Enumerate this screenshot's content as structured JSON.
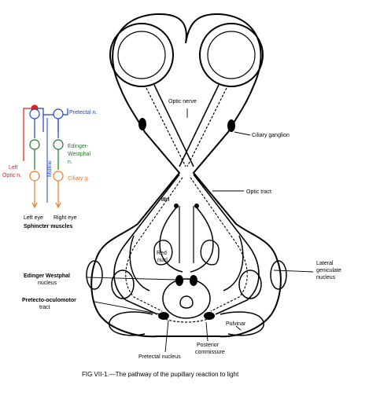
{
  "colors": {
    "red": "#e41e1e",
    "blue": "#1e3fd6",
    "green": "#1d7a25",
    "orange": "#f07828",
    "ink": "#000000"
  },
  "inset": {
    "pretectal": "Pretectal n.",
    "edinger_line1": "Edinger-",
    "edinger_line2": "Westphal",
    "edinger_line3": "n.",
    "ciliary": "Ciliary g.",
    "left_optic_line1": "Left",
    "left_optic_line2": "Optic n.",
    "midline": "Midline",
    "left_eye": "Left eye",
    "right_eye": "Right eye",
    "sphincter": "Sphincter muscles"
  },
  "figure": {
    "optic_nerve": "Optic nerve",
    "ciliary_ganglion": "Ciliary ganglion",
    "optic_tract": "Optic tract",
    "iii": "IIIn",
    "red_nucleus_1": "Red",
    "red_nucleus_2": "nucl.",
    "lateral_1": "Lateral",
    "lateral_2": "geniculate",
    "lateral_3": "nucleus",
    "ew_1": "Edinger Westphal",
    "ew_2": "nucleus",
    "pt_1": "Pretecto-oculomotor",
    "pt_2": "tract",
    "pulvinar": "Pulvinar",
    "posterior_1": "Posterior",
    "posterior_2": "commissure",
    "pretectal_nucleus": "Pretectal nucleus",
    "caption": "FIG VII-1.—The pathway of the pupillary reaction to light"
  }
}
